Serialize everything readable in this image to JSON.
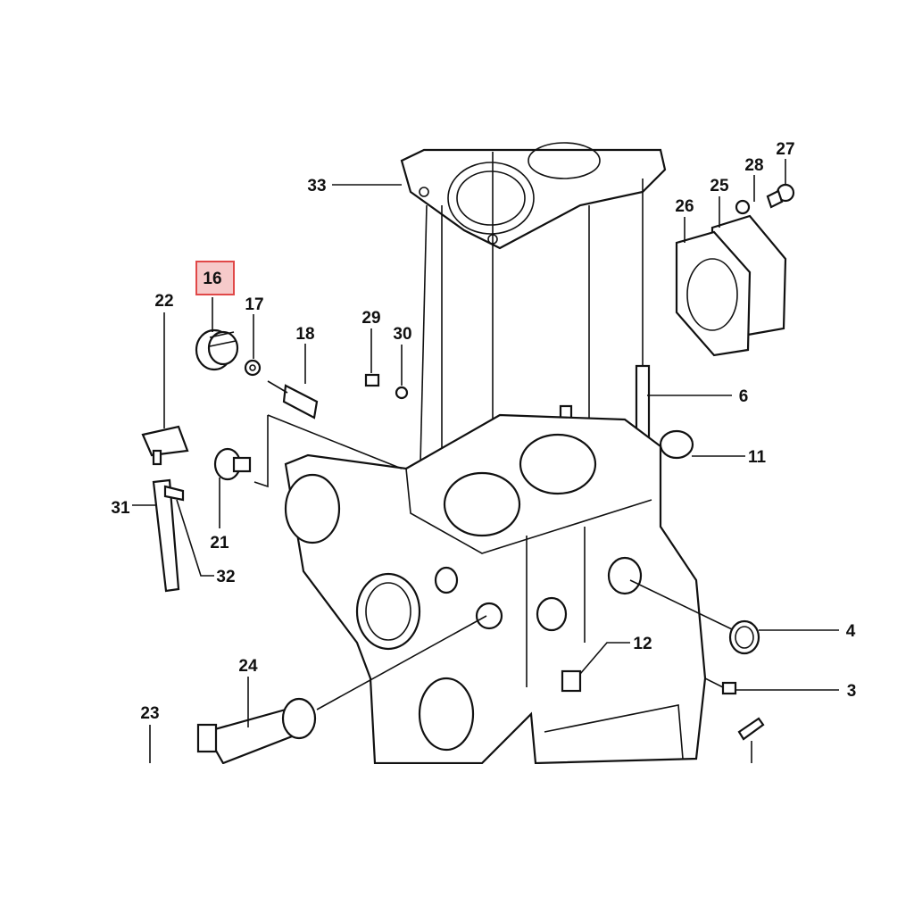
{
  "diagram": {
    "highlighted_part": "16",
    "highlight_color": "#e04848",
    "highlight_fill": "#f6caca",
    "labels": {
      "p33": "33",
      "p16": "16",
      "p17": "17",
      "p22": "22",
      "p18": "18",
      "p29": "29",
      "p30": "30",
      "p28": "28",
      "p27": "27",
      "p25": "25",
      "p26": "26",
      "p6": "6",
      "p11": "11",
      "p31": "31",
      "p32": "32",
      "p21": "21",
      "p24": "24",
      "p23": "23",
      "p12": "12",
      "p4": "4",
      "p3": "3"
    }
  }
}
